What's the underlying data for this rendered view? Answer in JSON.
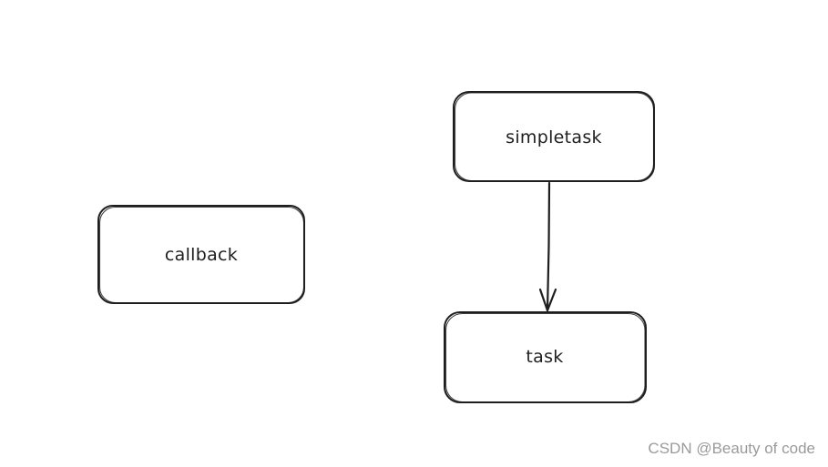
{
  "nodes": {
    "callback": {
      "label": "callback"
    },
    "simpletask": {
      "label": "simpletask"
    },
    "task": {
      "label": "task"
    }
  },
  "edges": [
    {
      "from": "simpletask",
      "to": "task",
      "arrow": "end"
    }
  ],
  "colors": {
    "stroke": "#1e1e1e",
    "background": "#ffffff",
    "watermark": "#9a9a9a"
  },
  "watermark": {
    "text": "CSDN @Beauty of code"
  }
}
